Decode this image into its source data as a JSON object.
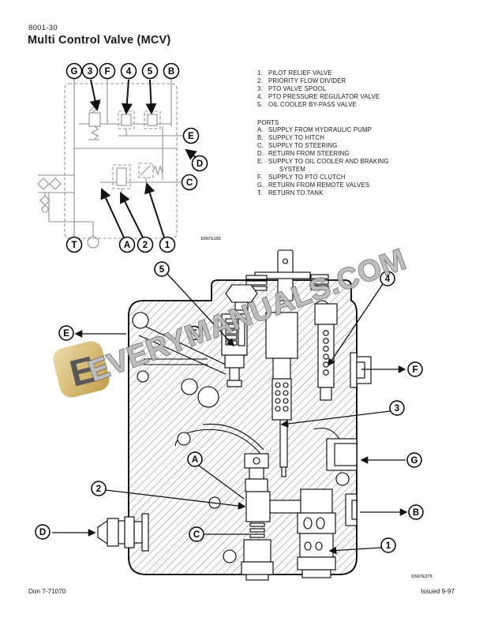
{
  "page": {
    "number": "8001-30",
    "title": "Multi Control Valve (MCV)",
    "footer_left": "Don 7-71070",
    "footer_right": "Issued 9-97"
  },
  "legend": {
    "items": [
      {
        "num": "1.",
        "label": "PILOT RELIEF VALVE"
      },
      {
        "num": "2.",
        "label": "PRIORITY FLOW DIVIDER"
      },
      {
        "num": "3.",
        "label": "PTO VALVE SPOOL"
      },
      {
        "num": "4.",
        "label": "PTO PRESSURE REGULATOR VALVE"
      },
      {
        "num": "5.",
        "label": "OIL COOLER BY-PASS VALVE"
      }
    ],
    "ports_title": "PORTS",
    "ports": [
      {
        "key": "A.",
        "label": "SUPPLY FROM HYDRAULIC PUMP"
      },
      {
        "key": "B.",
        "label": "SUPPLY TO HITCH"
      },
      {
        "key": "C.",
        "label": "SUPPLY TO STEERING"
      },
      {
        "key": "D.",
        "label": "RETURN FROM STEERING"
      },
      {
        "key": "E.",
        "label": "SUPPLY TO OIL COOLER AND BRAKING",
        "label2": "SYSTEM"
      },
      {
        "key": "F.",
        "label": "SUPPLY TO PTO CLUTCH"
      },
      {
        "key": "G.",
        "label": "RETURN FROM REMOTE VALVES"
      },
      {
        "key": "T.",
        "label": "RETURN TO TANK"
      }
    ]
  },
  "schematic": {
    "figure_id": "DI97G155",
    "top_callouts": [
      "G",
      "3",
      "F",
      "4",
      "5",
      "B"
    ],
    "right_callouts": [
      "E",
      "D",
      "C"
    ],
    "bottom_callouts": [
      "T",
      "A",
      "2",
      "1"
    ]
  },
  "cross_section": {
    "figure_id": "DS97E379",
    "callouts": {
      "c5": "5",
      "c4": "4",
      "cE": "E",
      "cT": "T",
      "cF": "F",
      "c3": "3",
      "cG": "G",
      "cB": "B",
      "c1": "1",
      "c2": "2",
      "cD": "D",
      "cC": "C",
      "cA": "A"
    }
  },
  "watermark": {
    "text": "EVERYMANUALS.COM",
    "logo_letter": "E",
    "gold_light": "#ecd9a4",
    "gold_dark": "#bd9438",
    "text_fill": "#b9b9b9",
    "text_stroke": "#4f4f4f"
  }
}
